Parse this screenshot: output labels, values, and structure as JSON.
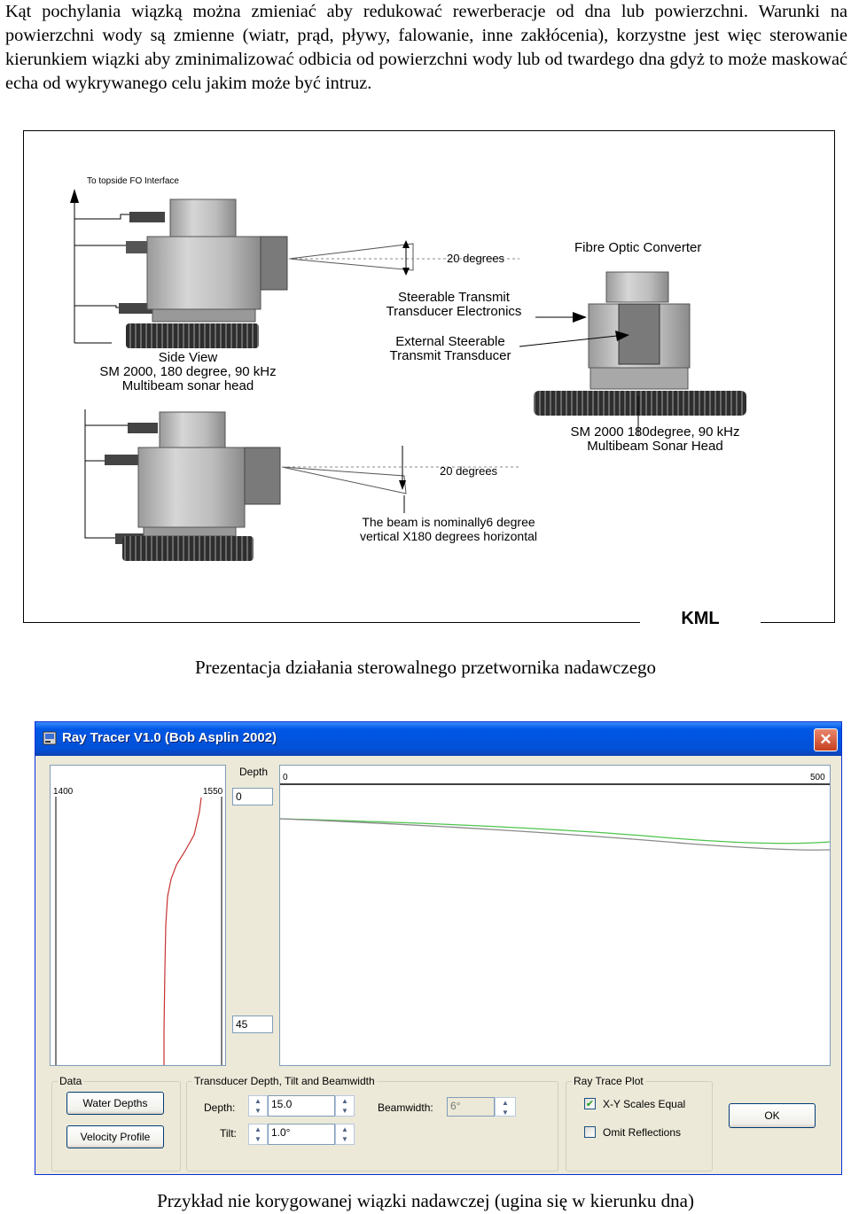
{
  "intro_text": "Kąt pochylania wiązką można zmieniać aby redukować rewerberacje od dna lub powierzchni. Warunki na powierzchni wody są zmienne (wiatr, prąd, pływy, falowanie, inne zakłócenia), korzystne jest więc sterowanie kierunkiem wiązki aby zminimalizować odbicia od powierzchni wody lub od twardego dna gdyż to może maskować echa od wykrywanego celu jakim może być intruz.",
  "figure1": {
    "topside_label": "To topside FO Interface",
    "angle_top": "20 degrees",
    "fibre_optic": "Fibre Optic Converter",
    "steerable_electronics": [
      "Steerable Transmit",
      "Transducer Electronics"
    ],
    "external_transducer": [
      "External Steerable",
      "Transmit Transducer"
    ],
    "side_view": [
      "Side View",
      "SM 2000, 180 degree, 90 kHz",
      "Multibeam sonar head"
    ],
    "sonar_head": [
      "SM  2000 180degree, 90 kHz",
      "Multibeam Sonar Head"
    ],
    "angle_bottom": "20 degrees",
    "beam_note": [
      "The beam is nominally",
      "6",
      " degree",
      "vertical X180  degrees horizontal"
    ],
    "logo": "KML"
  },
  "caption1": "Prezentacja działania sterowalnego przetwornika nadawczego",
  "window": {
    "title": "Ray Tracer  V1.0 (Bob Asplin 2002)",
    "close_glyph": "✕",
    "velocity_min": "1400",
    "velocity_max": "1550",
    "depth_label": "Depth",
    "depth_top": "0",
    "depth_bottom": "45",
    "range_min": "0",
    "range_max": "500",
    "data_group": "Data",
    "water_depths_button": "Water Depths",
    "velocity_profile_button": "Velocity Profile",
    "transducer_group": "Transducer Depth, Tilt and Beamwidth",
    "depth_field_label": "Depth:",
    "depth_value": "15.0",
    "tilt_label": "Tilt:",
    "tilt_value": "1.0°",
    "beamwidth_label": "Beamwidth:",
    "beamwidth_value": "6°",
    "plot_group": "Ray Trace Plot",
    "xy_equal_label": "X-Y Scales Equal",
    "xy_equal_checked": true,
    "omit_reflections_label": "Omit Reflections",
    "omit_reflections_checked": false,
    "ok_button": "OK",
    "colors": {
      "titlebar": "#0058e6",
      "ray_green": "#4dc44d",
      "ray_gray": "#8a8a8a",
      "profile_red": "#c83232"
    }
  },
  "caption2": "Przykład nie korygowanej wiązki nadawczej (ugina się w kierunku dna)"
}
